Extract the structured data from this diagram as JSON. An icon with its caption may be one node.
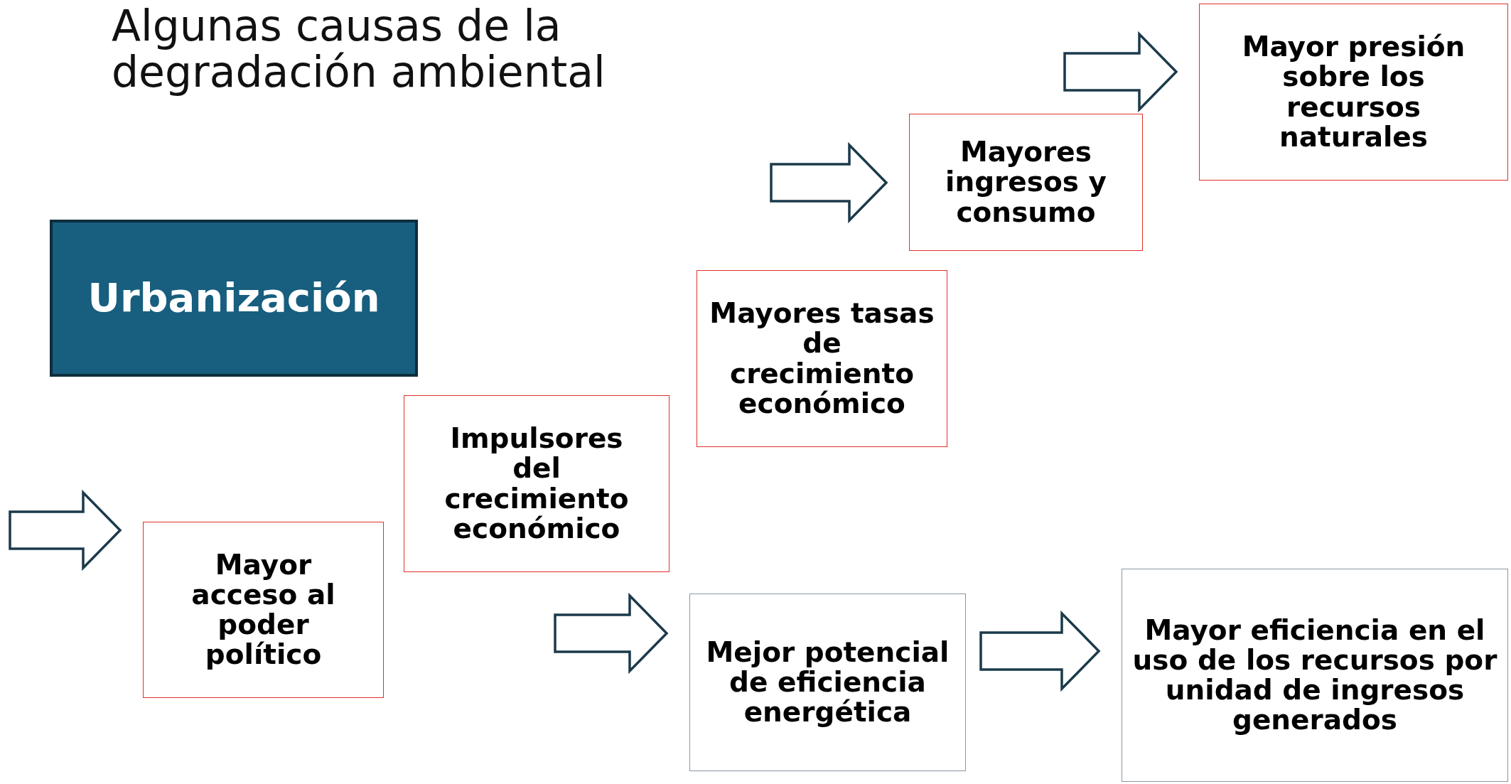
{
  "diagram": {
    "title": "Algunas causas de la degradación ambiental",
    "nodes": [
      {
        "text": [
          "Urbanización"
        ]
      },
      {
        "text": [
          "Mayor acceso al poder político"
        ]
      },
      {
        "text": [
          "Impulsores del crecimiento económico"
        ]
      },
      {
        "text": [
          "Mayores tasas de crecimiento económico"
        ]
      },
      {
        "text": [
          "Mayores ingresos y consumo"
        ]
      },
      {
        "text": [
          "Mayor presión sobre los recursos naturales"
        ]
      },
      {
        "text": [
          "Mejor potencial de eficiencia energética"
        ]
      },
      {
        "text": [
          "Mayor eficiencia en el uso de los recursos por unidad de ingresos generados"
        ]
      }
    ],
    "edges": [
      {
        "from": null,
        "to": 1,
        "arrow": "to"
      },
      {
        "from": null,
        "to": 4,
        "arrow": "to"
      },
      {
        "from": null,
        "to": 5,
        "arrow": "to"
      },
      {
        "from": null,
        "to": 6,
        "arrow": "to"
      },
      {
        "from": 6,
        "to": 7,
        "arrow": "to"
      }
    ]
  }
}
